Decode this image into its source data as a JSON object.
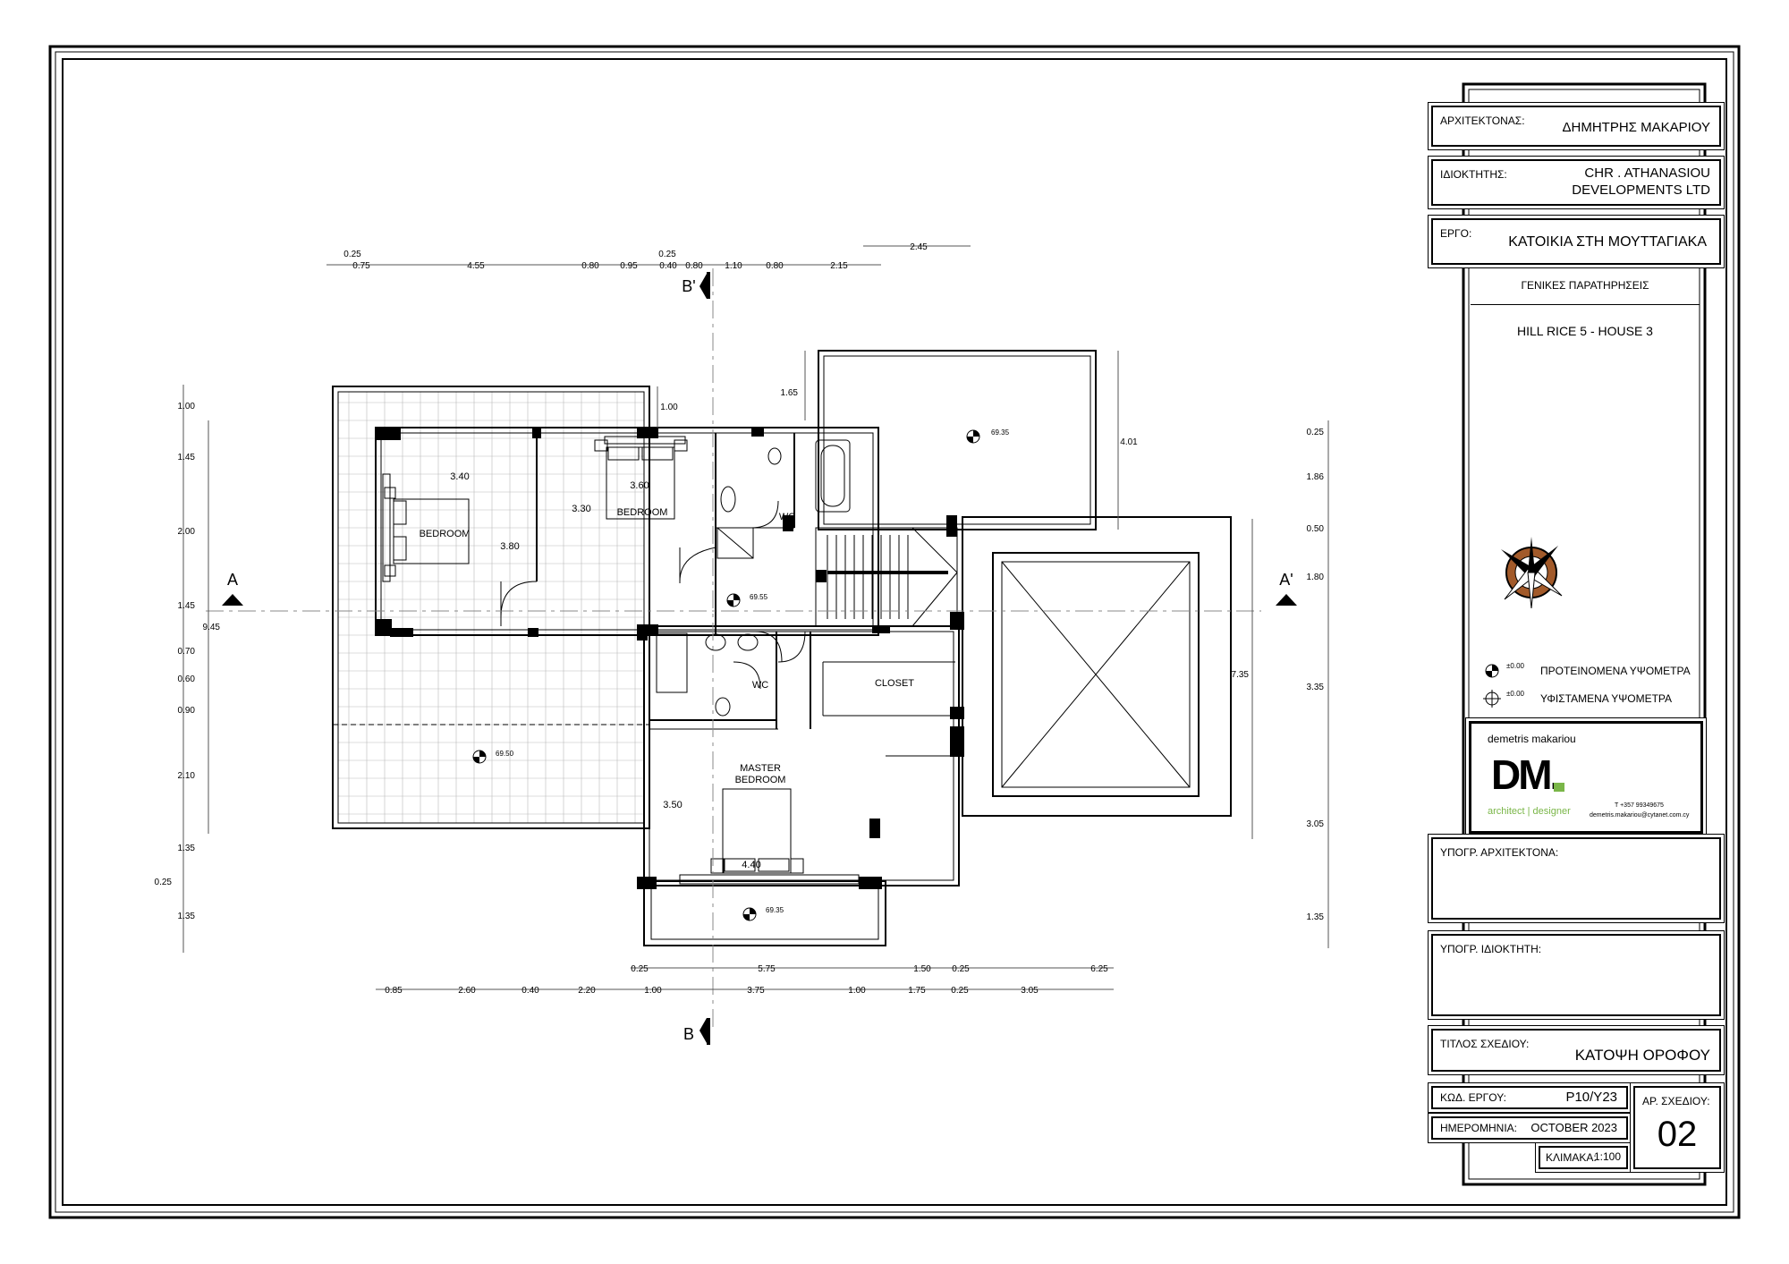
{
  "title_block": {
    "architect_label": "ΑΡΧΙΤΕΚΤΟΝΑΣ:",
    "architect_value": "ΔΗΜΗΤΡΗΣ ΜΑΚΑΡΙΟΥ",
    "owner_label": "ΙΔΙΟΚΤΗΤΗΣ:",
    "owner_value_1": "CHR . ATHANASIOU",
    "owner_value_2": "DEVELOPMENTS LTD",
    "project_label": "ΕΡΓΟ:",
    "project_value": "ΚΑΤΟΙΚΙΑ ΣΤΗ ΜΟΥΤΤΑΓΙΑΚΑ",
    "notes_heading": "ΓΕΝΙΚΕΣ ΠΑΡΑΤΗΡΗΣΕΙΣ",
    "house_name": "HILL RICE 5 - HOUSE 3",
    "legend_level_value": "±0.00",
    "legend_proposed": "ΠΡΟΤΕΙΝΟΜΕΝΑ ΥΨΟΜΕΤΡΑ",
    "legend_existing": "ΥΦΙΣΤΑΜΕΝΑ ΥΨΟΜΕΤΡΑ",
    "logo_name": "demetris makariou",
    "logo_mark": "DM.",
    "logo_tagline": "architect | designer",
    "logo_phone": "T +357 99349675",
    "logo_email": "demetris.makariou@cytanet.com.cy",
    "arch_sign_label": "ΥΠΟΓΡ. ΑΡΧΙΤΕΚΤΟΝΑ:",
    "owner_sign_label": "ΥΠΟΓΡ. ΙΔΙΟΚΤΗΤΗ:",
    "drawing_title_label": "ΤΙΤΛΟΣ ΣΧΕΔΙΟΥ:",
    "drawing_title_value": "ΚΑΤΟΨΗ ΟΡΟΦΟΥ",
    "code_label": "ΚΩΔ. ΕΡΓΟΥ:",
    "code_value": "P10/Y23",
    "date_label": "ΗΜΕΡΟΜΗΝΙΑ:",
    "date_value": "OCTOBER  2023",
    "scale_label": "ΚΛΙΜΑΚΑ:",
    "scale_value": "1:100",
    "drawing_no_label": "ΑΡ. ΣΧΕΔΙΟΥ:",
    "drawing_no_value": "02"
  },
  "plan": {
    "rooms": [
      "BEDROOM",
      "BEDROOM",
      "WC",
      "WC",
      "CLOSET",
      "MASTER",
      "BEDROOM"
    ],
    "room_dims": [
      "3.40",
      "3.80",
      "3.60",
      "3.30",
      "3.50",
      "4.40"
    ],
    "levels": [
      "69.35",
      "69.55",
      "69.50",
      "69.35"
    ],
    "section_marks": [
      "A",
      "A'",
      "B",
      "B'"
    ],
    "dims_top_row": [
      "0.25",
      "0.75",
      "4.55",
      "0.80",
      "0.95",
      "0.25",
      "0.40",
      "0.80",
      "1.10",
      "0.80",
      "2.15"
    ],
    "dims_top_extra": [
      "2.45",
      "1.65",
      "1.00",
      "4.01"
    ],
    "dims_left": [
      "1.00",
      "1.45",
      "2.00",
      "1.45",
      "0.70",
      "0.60",
      "0.90",
      "2.10",
      "1.35",
      "0.25",
      "1.35",
      "9.45"
    ],
    "dims_right": [
      "0.25",
      "1.86",
      "0.50",
      "1.80",
      "3.35",
      "3.05",
      "1.35",
      "7.35"
    ],
    "dims_bottom_1": [
      "0.25",
      "5.75",
      "1.50",
      "0.25",
      "6.25"
    ],
    "dims_bottom_2": [
      "0.85",
      "2.60",
      "0.40",
      "2.20",
      "1.00",
      "3.75",
      "1.00",
      "1.75",
      "0.25",
      "3.05"
    ]
  }
}
